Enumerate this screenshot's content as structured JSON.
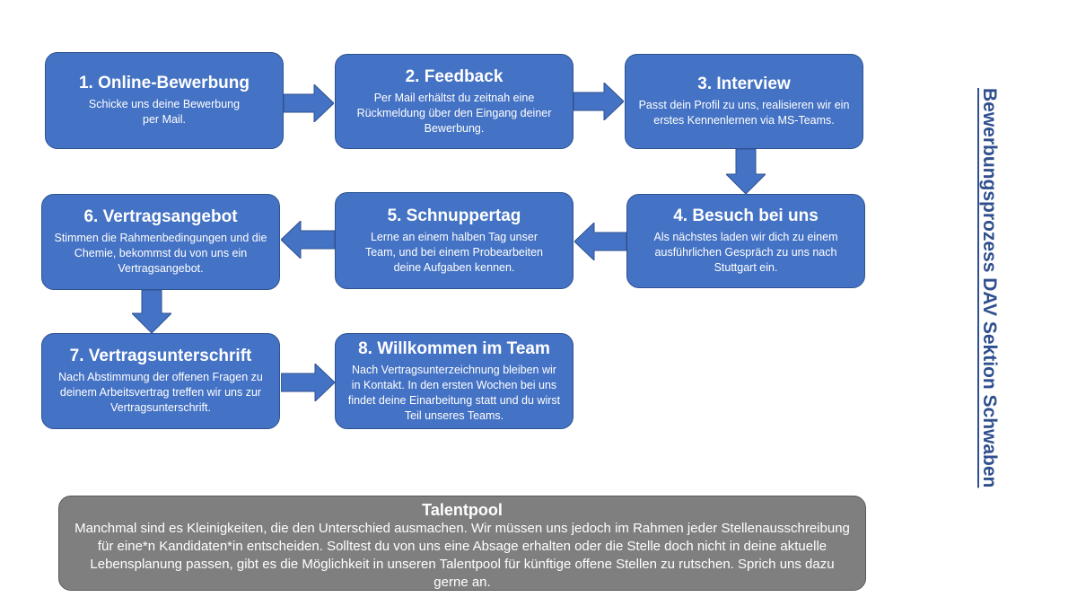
{
  "steps": [
    {
      "title": "1. Online-Bewerbung",
      "text": "Schicke uns deine Bewerbung per Mail."
    },
    {
      "title": "2. Feedback",
      "text": "Per Mail erhältst du zeitnah eine Rückmeldung über den Eingang deiner Bewerbung."
    },
    {
      "title": "3. Interview",
      "text": "Passt dein Profil zu uns, realisieren wir ein erstes Kennenlernen via MS-Teams."
    },
    {
      "title": "4. Besuch bei uns",
      "text": "Als nächstes laden wir dich zu einem ausführlichen Gespräch zu uns nach Stuttgart ein."
    },
    {
      "title": "5. Schnuppertag",
      "text": "Lerne an einem halben Tag unser Team, und bei einem Probearbeiten deine Aufgaben kennen."
    },
    {
      "title": "6. Vertragsangebot",
      "text": "Stimmen die Rahmenbedingungen und die Chemie, bekommst du von uns ein Vertragsangebot."
    },
    {
      "title": "7. Vertragsunterschrift",
      "text": "Nach Abstimmung der offenen Fragen zu deinem Arbeitsvertrag treffen wir uns zur Vertragsunterschrift."
    },
    {
      "title": "8. Willkommen im Team",
      "text": "Nach Vertragsunterzeichnung bleiben wir in Kontakt. In den ersten Wochen bei uns findet deine Einarbeitung statt und du wirst Teil unseres Teams."
    }
  ],
  "talentpool": {
    "title": "Talentpool",
    "text": "Manchmal sind es Kleinigkeiten, die den Unterschied ausmachen. Wir müssen uns jedoch im Rahmen jeder Stellenausschreibung für eine*n Kandidaten*in entscheiden. Solltest du von uns eine Absage erhalten oder die Stelle doch nicht in deine aktuelle Lebensplanung passen, gibt es die Möglichkeit in unseren Talentpool für künftige offene Stellen zu rutschen. Sprich uns dazu gerne an."
  },
  "side_title": "Bewerbungsprozess DAV Sektion Schwaben",
  "colors": {
    "box": "#4472c4",
    "box_border": "#2f528f",
    "talent_box": "#7f7f7f",
    "side_title": "#2f4f8f"
  }
}
